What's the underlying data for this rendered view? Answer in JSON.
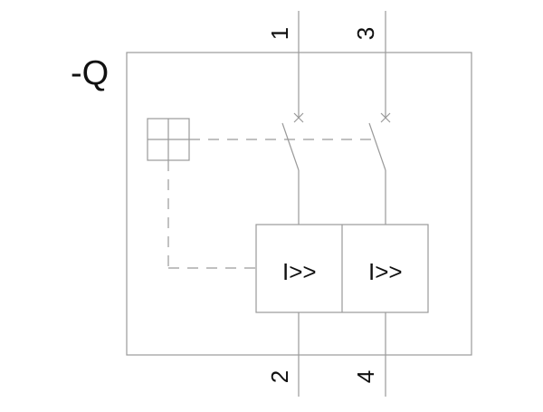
{
  "designation": "-Q",
  "terminals": {
    "t1": "1",
    "t2": "2",
    "t3": "3",
    "t4": "4"
  },
  "trip_units": {
    "left_label": "I>>",
    "right_label": "I>>"
  },
  "colors": {
    "line": "#9a9a9a",
    "text": "#111111",
    "background": "#ffffff"
  }
}
